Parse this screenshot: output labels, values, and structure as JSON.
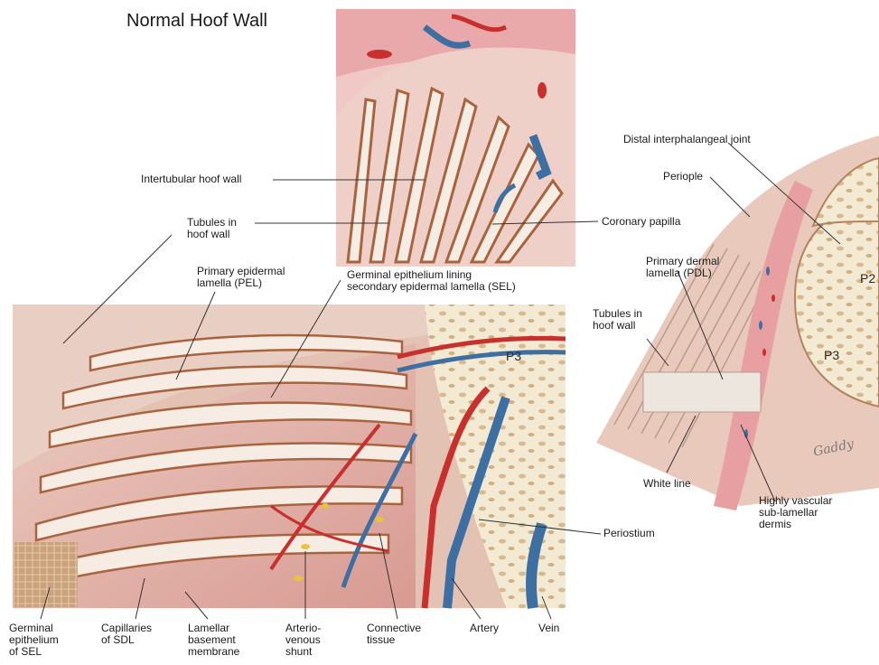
{
  "title": "Normal Hoof Wall",
  "labels": {
    "intertubular_hoof_wall": "Intertubular hoof wall",
    "tubules_in_hoof_wall": [
      "Tubules in",
      "hoof wall"
    ],
    "primary_epidermal_lamella": [
      "Primary epidermal",
      "lamella (PEL)"
    ],
    "germinal_epithelium_lining": [
      "Germinal epithelium lining",
      "secondary epidermal lamella (SEL)"
    ],
    "coronary_papilla": "Coronary papilla",
    "distal_interphalangeal_joint": "Distal interphalangeal joint",
    "periople": "Periople",
    "primary_dermal_lamella": [
      "Primary dermal",
      "lamella (PDL)"
    ],
    "tubules_in_hoof_wall_right": [
      "Tubules in",
      "hoof wall"
    ],
    "white_line": "White line",
    "highly_vascular": [
      "Highly vascular",
      "sub-lamellar",
      "dermis"
    ],
    "periostium": "Periostium",
    "germinal_epithelium_sel": [
      "Germinal",
      "epithelium",
      "of SEL"
    ],
    "capillaries_sdl": [
      "Capillaries",
      "of SDL"
    ],
    "lamellar_basement_membrane": [
      "Lamellar",
      "basement",
      "membrane"
    ],
    "arterio_venous_shunt": [
      "Arterio-",
      "venous",
      "shunt"
    ],
    "connective_tissue": [
      "Connective",
      "tissue"
    ],
    "artery": "Artery",
    "vein": "Vein"
  },
  "bone_labels": {
    "p3_main": "P3",
    "p3_right": "P3",
    "p2_right": "P2"
  },
  "signature": "Gaddy",
  "colors": {
    "dermis_pink": "#e8aeb0",
    "lamella_brown": "#b07a5e",
    "bone_cream": "#f2ead2",
    "artery_red": "#c8302e",
    "vein_blue": "#3d6fa3"
  }
}
